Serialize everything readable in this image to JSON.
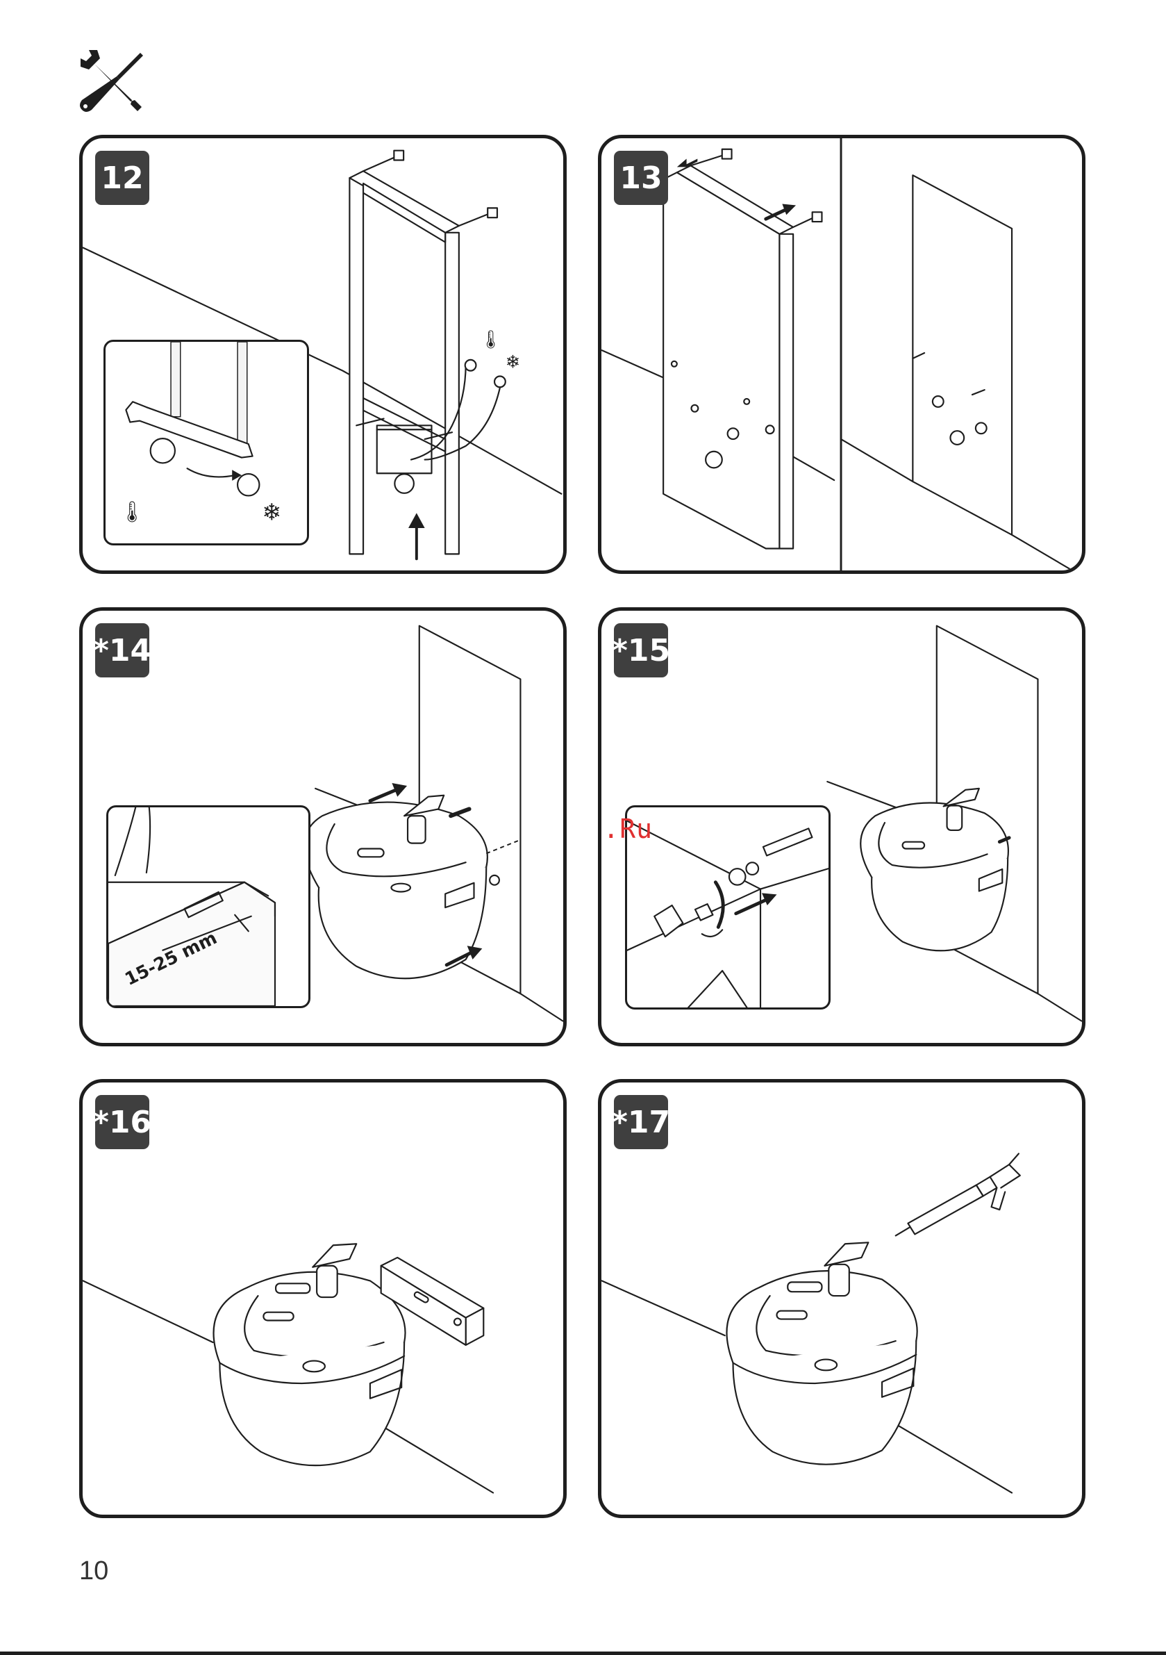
{
  "header": {
    "icon": "tools-icon"
  },
  "steps": [
    {
      "label": "12",
      "icons": [
        "hot-water-icon",
        "cold-water-icon"
      ]
    },
    {
      "label": "13"
    },
    {
      "label": "*14",
      "inset_dimension": "15-25 mm"
    },
    {
      "label": "*15"
    },
    {
      "label": "*16"
    },
    {
      "label": "*17"
    }
  ],
  "watermark": "McGrp.Ru",
  "footer": {
    "page_number": "10"
  }
}
